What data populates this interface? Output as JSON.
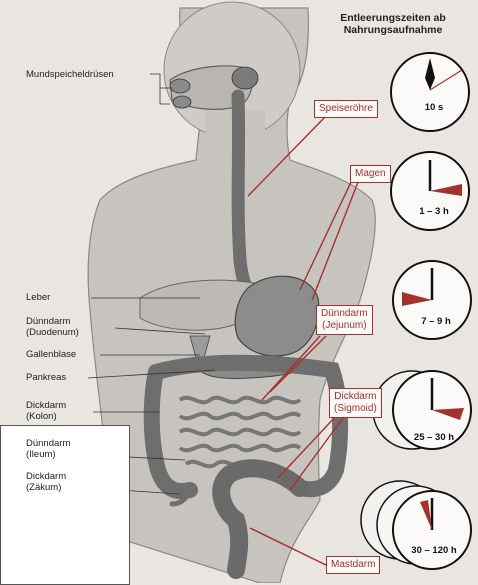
{
  "header": {
    "line1": "Entleerungszeiten ab",
    "line2": "Nahrungsaufnahme"
  },
  "labels": {
    "mundspeicheldruesen": "Mundspeicheldrüsen",
    "leber": "Leber",
    "duenndarm_duodenum_1": "Dünndarm",
    "duenndarm_duodenum_2": "(Duodenum)",
    "gallenblase": "Gallenblase",
    "pankreas": "Pankreas",
    "dickdarm_kolon_1": "Dickdarm",
    "dickdarm_kolon_2": "(Kolon)",
    "duenndarm_ileum_1": "Dünndarm",
    "duenndarm_ileum_2": "(Ileum)",
    "dickdarm_zaekum_1": "Dickdarm",
    "dickdarm_zaekum_2": "(Zäkum)"
  },
  "boxes": {
    "speiseroehre": "Speiseröhre",
    "magen": "Magen",
    "jejunum_1": "Dünndarm",
    "jejunum_2": "(Jejunum)",
    "sigmoid_1": "Dickdarm",
    "sigmoid_2": "(Sigmoid)",
    "mastdarm": "Mastdarm"
  },
  "clocks": {
    "c1": "10 s",
    "c2": "1 – 3 h",
    "c3": "7 – 9 h",
    "c4": "25 – 30 h",
    "c5": "30 – 120 h"
  },
  "colors": {
    "accent": "#a3312c",
    "organ": "#7d7d7d",
    "body": "#c7c4bf"
  }
}
